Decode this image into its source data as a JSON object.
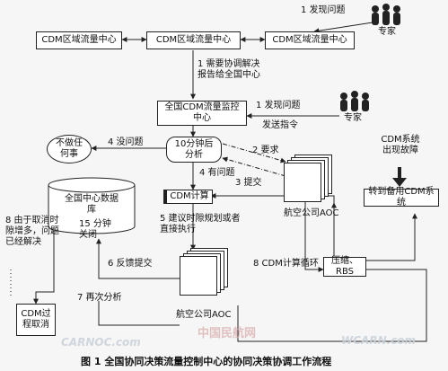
{
  "regional_centers": [
    "CDM区域流量中心",
    "CDM区域流量中心",
    "CDM区域流量中心"
  ],
  "national_center": "全国CDM流量监控中心",
  "expert_label": "专家",
  "steps": {
    "s1_top": "1 发现问题",
    "s1_mid": "1 需要协调解决报告给全国中心",
    "s1_right": "1 发现问题",
    "send_command": "发送指令",
    "s2": "2 要求",
    "s3": "3 提交",
    "s4_none": "4 没问题",
    "s4_has": "4 有问题",
    "s5": "5 建议时隙规划或者直接执行",
    "s6": "6 反馈提交",
    "s7": "7 再次分析",
    "s8_left": "8 由于取消时隙增多，问题已经解决",
    "s8_loop": "8 CDM计算循环",
    "s15": "15 分钟关闭"
  },
  "nodes": {
    "no_action": "不做任何事",
    "analyze": "10分钟后分析",
    "database": "全国中心数据库",
    "cdm_compute": "CDM计算",
    "airline_aoc_right": "航空公司AOC",
    "airline_aoc_bottom": "航空公司AOC",
    "compress": "压缩、RBS",
    "cdm_cancel": "CDM过程取消",
    "fault": "CDM系统出现故障",
    "backup": "转到备用CDM系统"
  },
  "caption": "图 1   全国协同决策流量控制中心的协同决策协调工作流程",
  "watermarks": [
    "CARNOC.com",
    "WCARN.com",
    "中国民航网"
  ],
  "colors": {
    "line": "#222222",
    "bg": "#f6f6f6",
    "box": "#ffffff"
  }
}
